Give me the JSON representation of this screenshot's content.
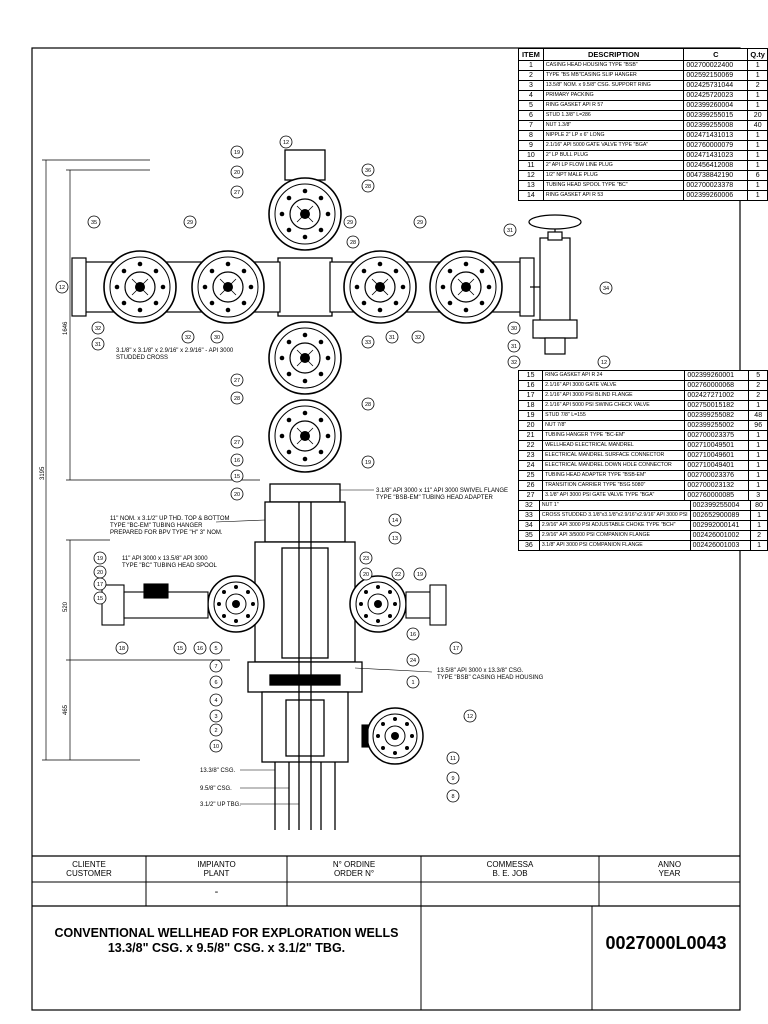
{
  "bom_top": {
    "headers": [
      "ITEM",
      "DESCRIPTION",
      "C",
      "Q.ty"
    ],
    "rows": [
      [
        "1",
        "CASING HEAD HOUSING TYPE \"BSB\"",
        "002700022400",
        "1"
      ],
      [
        "2",
        "TYPE \"BS MB\"CASING SLIP HANGER",
        "002592150069",
        "1"
      ],
      [
        "3",
        "13.5/8\" NOM. x 9.5/8\" CSG. SUPPORT RING",
        "002425731044",
        "2"
      ],
      [
        "4",
        "PRIMARY PACKING",
        "002425720023",
        "1"
      ],
      [
        "5",
        "RING GASKET API R 57",
        "002399260004",
        "1"
      ],
      [
        "6",
        "STUD 1.3/8\" L=286",
        "002399255015",
        "20"
      ],
      [
        "7",
        "NUT 1.3/8\"",
        "002399255008",
        "40"
      ],
      [
        "8",
        "NIPPLE 2\" LP x 6\" LONG",
        "002471431013",
        "1"
      ],
      [
        "9",
        "2.1/16\" API 5000 GATE VALVE TYPE \"BGA\"",
        "002760000079",
        "1"
      ],
      [
        "10",
        "2\" LP BULL PLUG",
        "002471431023",
        "1"
      ],
      [
        "11",
        "2\" API LP FLOW LINE PLUG",
        "002456412008",
        "1"
      ],
      [
        "12",
        "1/2\" NPT MALE PLUG",
        "004738842190",
        "6"
      ],
      [
        "13",
        "TUBING HEAD SPOOL TYPE \"BC\"",
        "002700023378",
        "1"
      ],
      [
        "14",
        "RING GASKET API R 53",
        "002399260006",
        "1"
      ]
    ]
  },
  "bom_mid": {
    "rows": [
      [
        "15",
        "RING GASKET API R 24",
        "002399260001",
        "5"
      ],
      [
        "16",
        "2.1/16\" API 3000 GATE VALVE",
        "002760000068",
        "2"
      ],
      [
        "17",
        "2.1/16\" API 3000 PSI BLIND FLANGE",
        "002427271002",
        "2"
      ],
      [
        "18",
        "2.1/16\" API 5000 PSI SWING CHECK VALVE",
        "002750015182",
        "1"
      ],
      [
        "19",
        "STUD 7/8\" L=155",
        "002399255082",
        "48"
      ],
      [
        "20",
        "NUT 7/8\"",
        "002399255002",
        "96"
      ],
      [
        "21",
        "TUBING HANGER TYPE \"BC-EM\"",
        "002700023375",
        "1"
      ],
      [
        "22",
        "WELLHEAD ELECTRICAL MANDREL",
        "002710049501",
        "1"
      ],
      [
        "23",
        "ELECTRICAL MANDREL SURFACE CONNECTOR",
        "002710049601",
        "1"
      ],
      [
        "24",
        "ELECTRICAL MANDREL DOWN HOLE CONNECTOR",
        "002710049401",
        "1"
      ],
      [
        "25",
        "TUBING HEAD ADAPTER TYPE \"BSB-EM\"",
        "002700023376",
        "1"
      ],
      [
        "26",
        "TRANSITION CARRIER TYPE \"BSG 5080\"",
        "002700023132",
        "1"
      ],
      [
        "27",
        "3.1/8\" API 3000 PSI GATE VALVE TYPE \"BGA\"",
        "002760000085",
        "3"
      ]
    ]
  },
  "bom_low": {
    "rows": [
      [
        "32",
        "NUT 1\"",
        "002399255004",
        "80"
      ],
      [
        "33",
        "CROSS STUDDED 3.1/8\"x3.1/8\"x2.9/16\"x2.9/16\" API 3000 PSI",
        "002652900089",
        "1"
      ],
      [
        "34",
        "2.9/16\" API 3000 PSI ADJUSTABLE CHOKE TYPE \"BCH\"",
        "002992000141",
        "1"
      ],
      [
        "35",
        "2.9/16\" API 3/5000 PSI COMPANION FLANGE",
        "002426001002",
        "2"
      ],
      [
        "36",
        "3.1/8\" API 3000 PSI COMPANION FLANGE",
        "002426001003",
        "1"
      ]
    ]
  },
  "labels": {
    "cross": "3.1/8\" x 3.1/8\" x 2.9/16\" x 2.9/16\" - API 3000",
    "cross2": "STUDDED CROSS",
    "swivel": "3.1/8\" API 3000 x 11\" API 3000 SWIVEL FLANGE",
    "swivel2": "TYPE \"BSB-EM\" TUBING HEAD ADAPTER",
    "hanger1": "11\" NOM. x 3.1/2\" UP THD. TOP & BOTTOM",
    "hanger2": "TYPE \"BC-EM\" TUBING HANGER",
    "hanger3": "PREPARED FOR BPV TYPE \"H\" 3\" NOM.",
    "spool1": "11\" API 3000 x 13.5/8\" API 3000",
    "spool2": "TYPE \"BC\" TUBING HEAD SPOOL",
    "housing1": "13.5/8\" API 3000 x 13.3/8\" CSG.",
    "housing2": "TYPE \"BSB\" CASING HEAD HOUSING",
    "csg1": "13.3/8\" CSG.",
    "csg2": "9.5/8\" CSG.",
    "tbg": "3.1/2\" UP TBG.",
    "dim1646": "1646",
    "dim3195": "3195",
    "dim520": "520",
    "dim465": "465"
  },
  "title_block": {
    "cliente": "CLIENTE",
    "customer": "CUSTOMER",
    "impianto": "IMPIANTO",
    "plant": "PLANT",
    "ordine": "N° ORDINE",
    "order": "ORDER N°",
    "commessa": "COMMESSA",
    "job": "B. E. JOB",
    "anno": "ANNO",
    "year": "YEAR",
    "plant_value": "-",
    "title_line1": "CONVENTIONAL WELLHEAD FOR EXPLORATION WELLS",
    "title_line2": "13.3/8\" CSG. x 9.5/8\" CSG. x 3.1/2\" TBG.",
    "doc_no": "0027000L0043"
  }
}
